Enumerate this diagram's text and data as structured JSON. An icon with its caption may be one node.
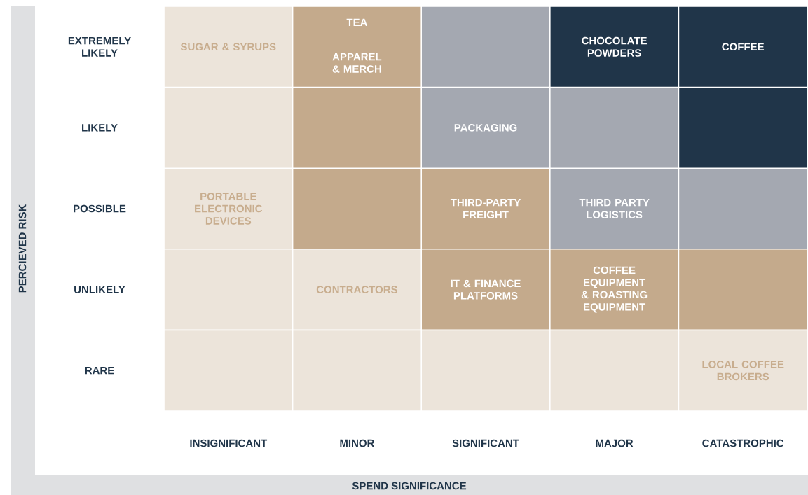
{
  "diagram": {
    "nodes": [
      {
        "text": [
          "SUGAR & SYRUPS"
        ]
      },
      {
        "text": [
          "TEA",
          "APPAREL & MERCH"
        ]
      },
      {
        "text": [],
        "shape": "box"
      },
      {
        "text": [
          "CHOCOLATE POWDERS"
        ]
      },
      {
        "text": [
          "COFFEE"
        ]
      },
      {
        "text": [],
        "shape": "box"
      },
      {
        "text": [],
        "shape": "box"
      },
      {
        "text": [
          "PACKAGING"
        ]
      },
      {
        "text": [],
        "shape": "box"
      },
      {
        "text": [],
        "shape": "box"
      },
      {
        "text": [
          "PORTABLE ELECTRONIC DEVICES"
        ]
      },
      {
        "text": [],
        "shape": "box"
      },
      {
        "text": [
          "THIRD-PARTY FREIGHT"
        ]
      },
      {
        "text": [
          "THIRD PARTY LOGISTICS"
        ]
      },
      {
        "text": [],
        "shape": "box"
      },
      {
        "text": [],
        "shape": "box"
      },
      {
        "text": [
          "CONTRACTORS"
        ]
      },
      {
        "text": [
          "IT & FINANCE PLATFORMS"
        ]
      },
      {
        "text": [
          "COFFEE EQUIPMENT & ROASTING EQUIPMENT"
        ]
      },
      {
        "text": [],
        "shape": "box"
      },
      {
        "text": [],
        "shape": "box"
      },
      {
        "text": [],
        "shape": "box"
      },
      {
        "text": [],
        "shape": "box"
      },
      {
        "text": [],
        "shape": "box"
      },
      {
        "text": [
          "LOCAL COFFEE BROKERS"
        ]
      }
    ],
    "labels": [
      "EXTREMELY LIKELY",
      "LIKELY",
      "POSSIBLE",
      "UNLIKELY",
      "RARE",
      "PERCIEVED RISK",
      "INSIGNIFICANT",
      "MINOR",
      "SIGNIFICANT",
      "MAJOR",
      "CATASTROPHIC",
      "SPEND SIGNIFICANCE"
    ]
  }
}
